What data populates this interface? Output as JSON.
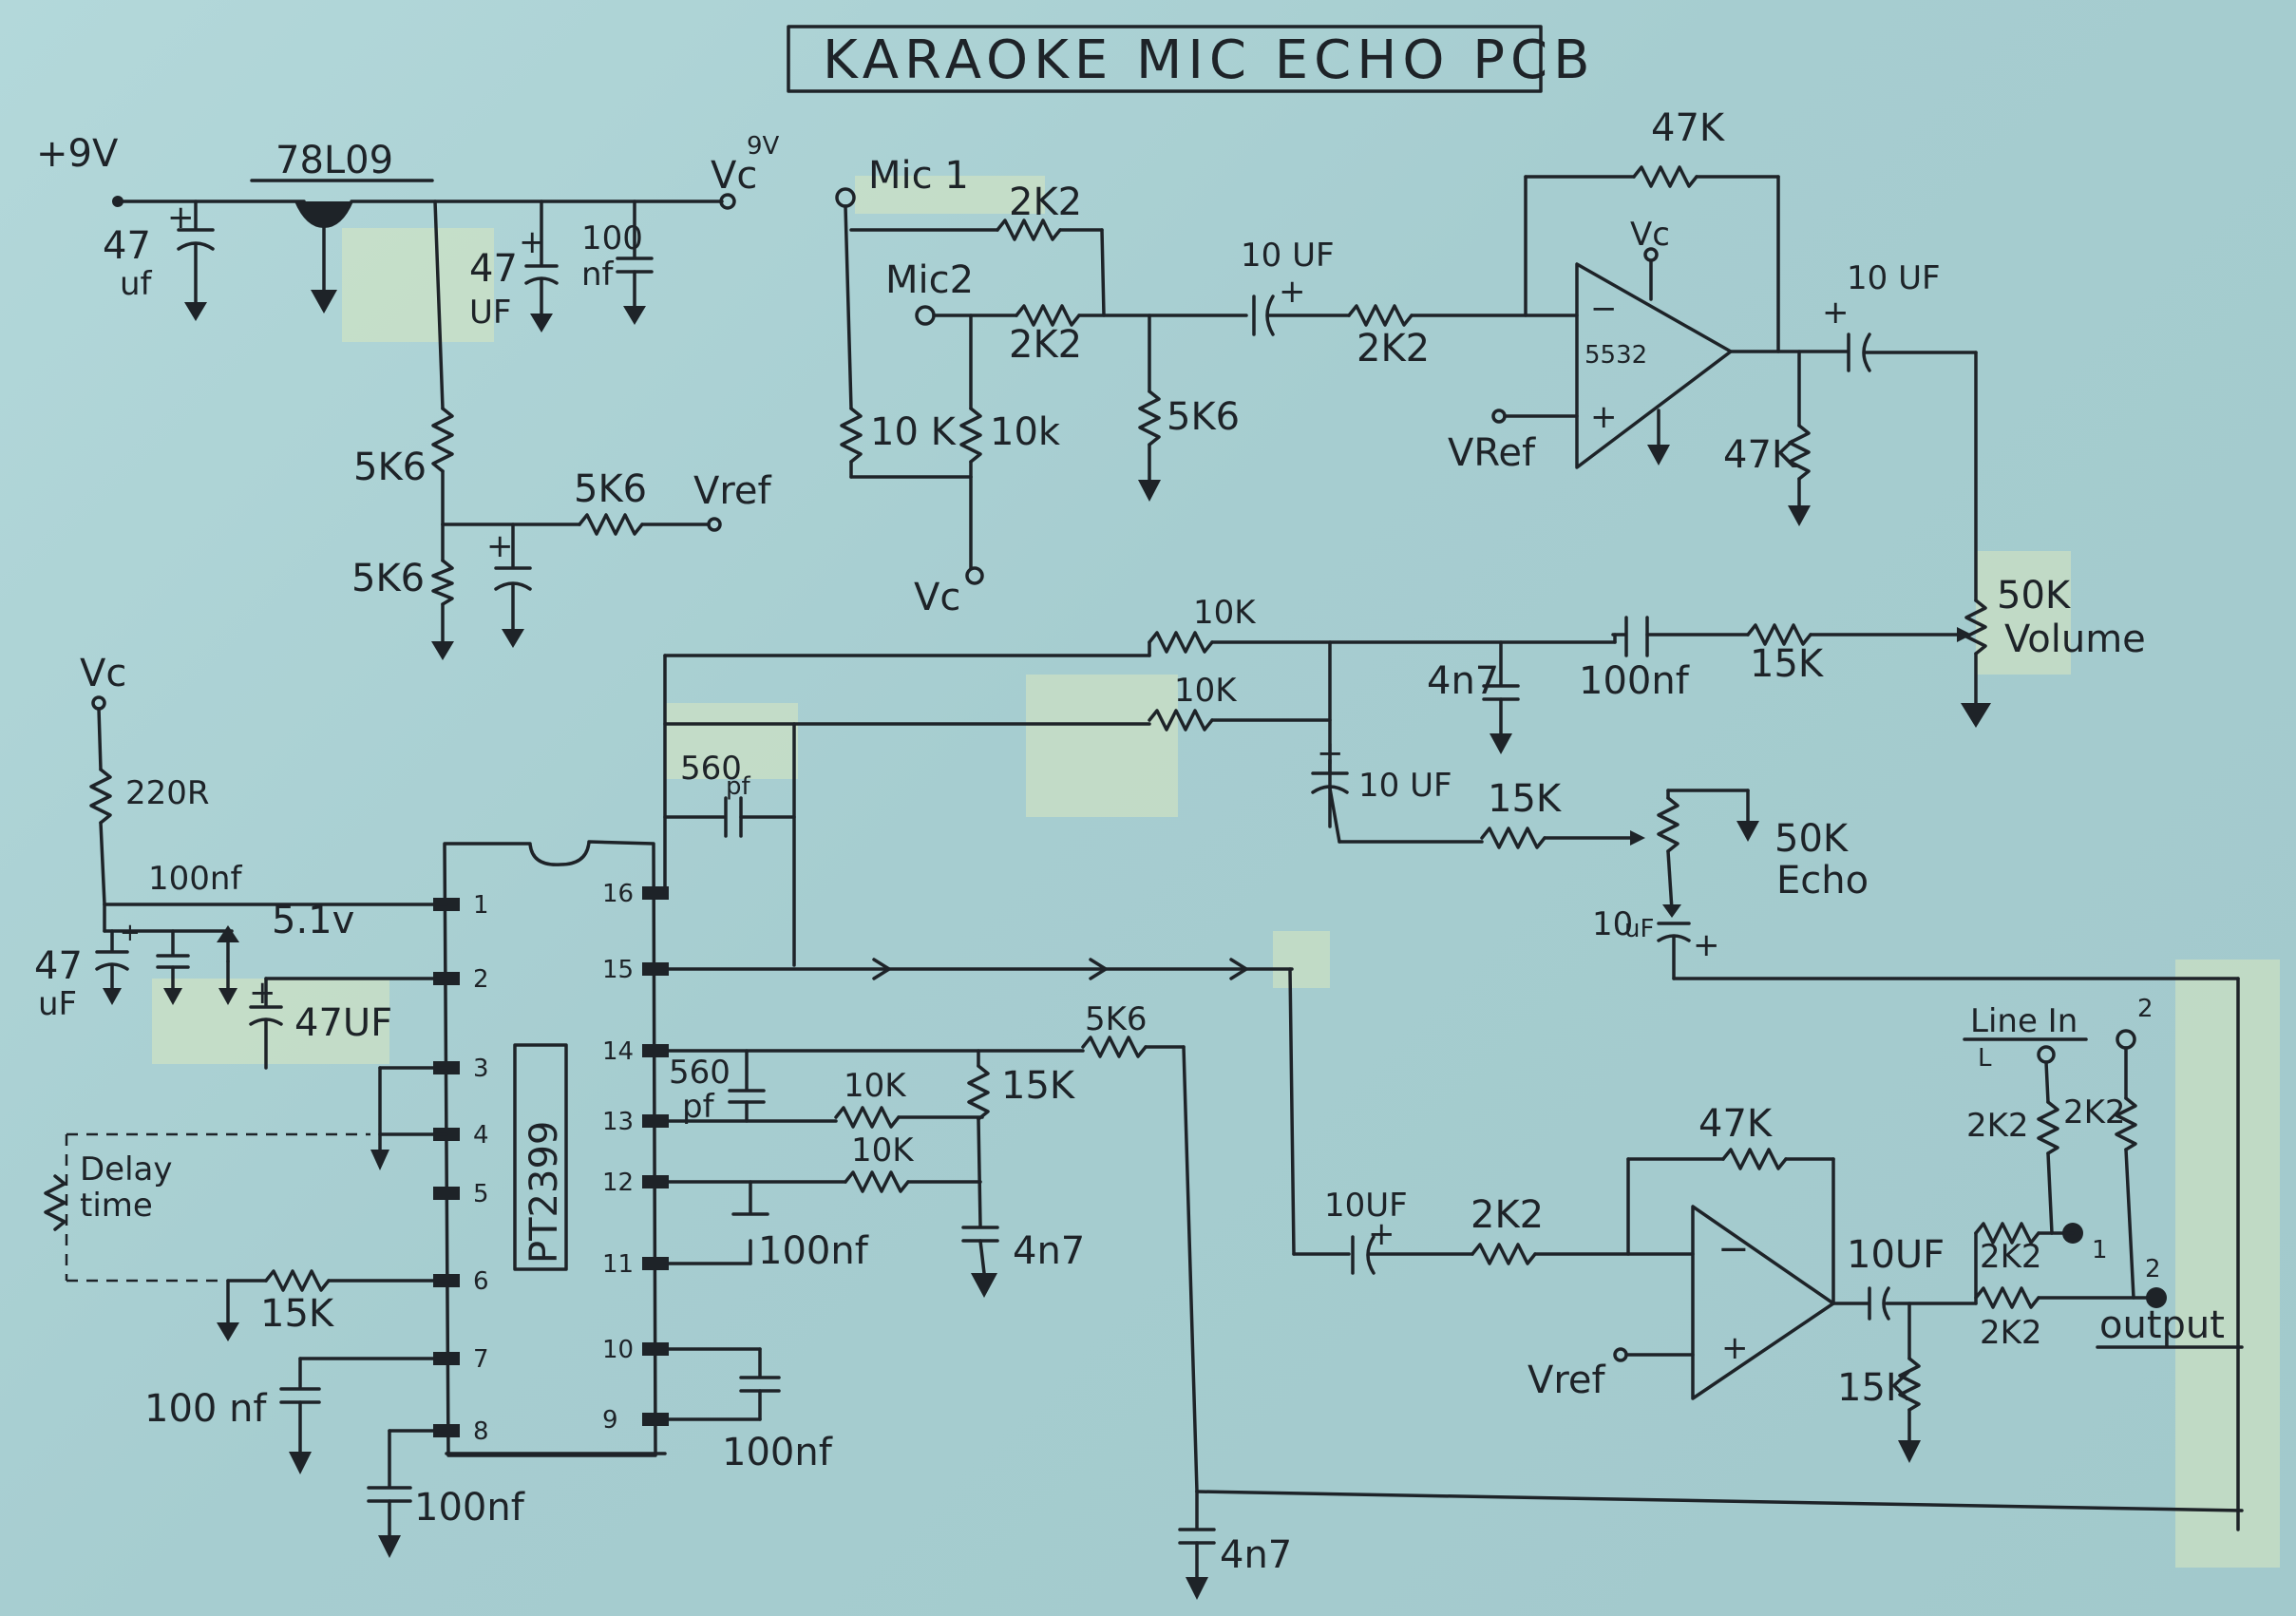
{
  "title": "KARAOKE MIC ECHO PCB",
  "ic": {
    "name": "PT2399",
    "left_pins": [
      "1",
      "2",
      "3",
      "4",
      "5",
      "6",
      "7",
      "8"
    ],
    "right_pins": [
      "16",
      "15",
      "14",
      "13",
      "12",
      "11",
      "10",
      "9"
    ]
  },
  "labels": {
    "plus9v": "+9V",
    "reg": "78L09",
    "vc_9v": "Vc",
    "vc_9v_sup": "9V",
    "c47uf_a": "47",
    "c47uf_a2": "uf",
    "c47uf_b": "47",
    "c47uf_b2": "UF",
    "c100nf_a": "100",
    "c100nf_a2": "nf",
    "r5k6_top": "5K6",
    "r5k6_bot": "5K6",
    "r5k6_vref": "5K6",
    "vref_top": "Vref",
    "mic1": "Mic 1",
    "mic2": "Mic2",
    "r2k2_mic1": "2K2",
    "r2k2_mic2": "2K2",
    "r10k_a": "10 K",
    "r10k_b": "10k",
    "vc_mic": "Vc",
    "r5k6_mic": "5K6",
    "c10uf_in": "10 UF",
    "r2k2_in": "2K2",
    "r47k_fb": "47K",
    "vc_op": "Vc",
    "opamp": "5532",
    "vref_op": "VRef",
    "c10uf_out": "10 UF",
    "r47k_out": "47K",
    "pot_vol_val": "50K",
    "pot_vol": "Volume",
    "r10k_top": "10K",
    "r10k_mid": "10K",
    "c4n7_a": "4n7",
    "c100nf_mid": "100nf",
    "r15k_vol": "15K",
    "c560pf_a": "560",
    "c560pf_a2": "pf",
    "c10uf_echo": "10 UF",
    "r15k_echo": "15K",
    "pot_echo_val": "50K",
    "pot_echo": "Echo",
    "c10uf_pot": "10",
    "c10uf_pot2": "uF",
    "vc_ic": "Vc",
    "r220": "220R",
    "c100nf_p1": "100nf",
    "zener": "5.1v",
    "c47uf_p1": "47",
    "c47uf_p1b": "uF",
    "c47uf_p2": "47UF",
    "delay": "Delay",
    "delay2": "time",
    "r15k_p6": "15K",
    "c100nf_p7": "100 nf",
    "c100nf_p8": "100nf",
    "c560pf_b": "560",
    "c560pf_b2": "pf",
    "r10k_13": "10K",
    "r10k_12": "10K",
    "r15k_13": "15K",
    "c4n7_b": "4n7",
    "c100nf_11": "100nf",
    "c100nf_10": "100nf",
    "r5k6_14": "5K6",
    "c4n7_c": "4n7",
    "c10uf_mix": "10UF",
    "r2k2_mix": "2K2",
    "r47k_mix": "47K",
    "vref_mix": "Vref",
    "c10uf_mixout": "10UF",
    "r15k_mixout": "15K",
    "r2k2_o1": "2K2",
    "r2k2_o2": "2K2",
    "line_in": "Line In",
    "line_in_l": "L",
    "line_in_r2": "2",
    "r2k2_li1": "2K2",
    "r2k2_li2": "2K2",
    "output": "output",
    "out_1": "1",
    "out_2": "2"
  }
}
